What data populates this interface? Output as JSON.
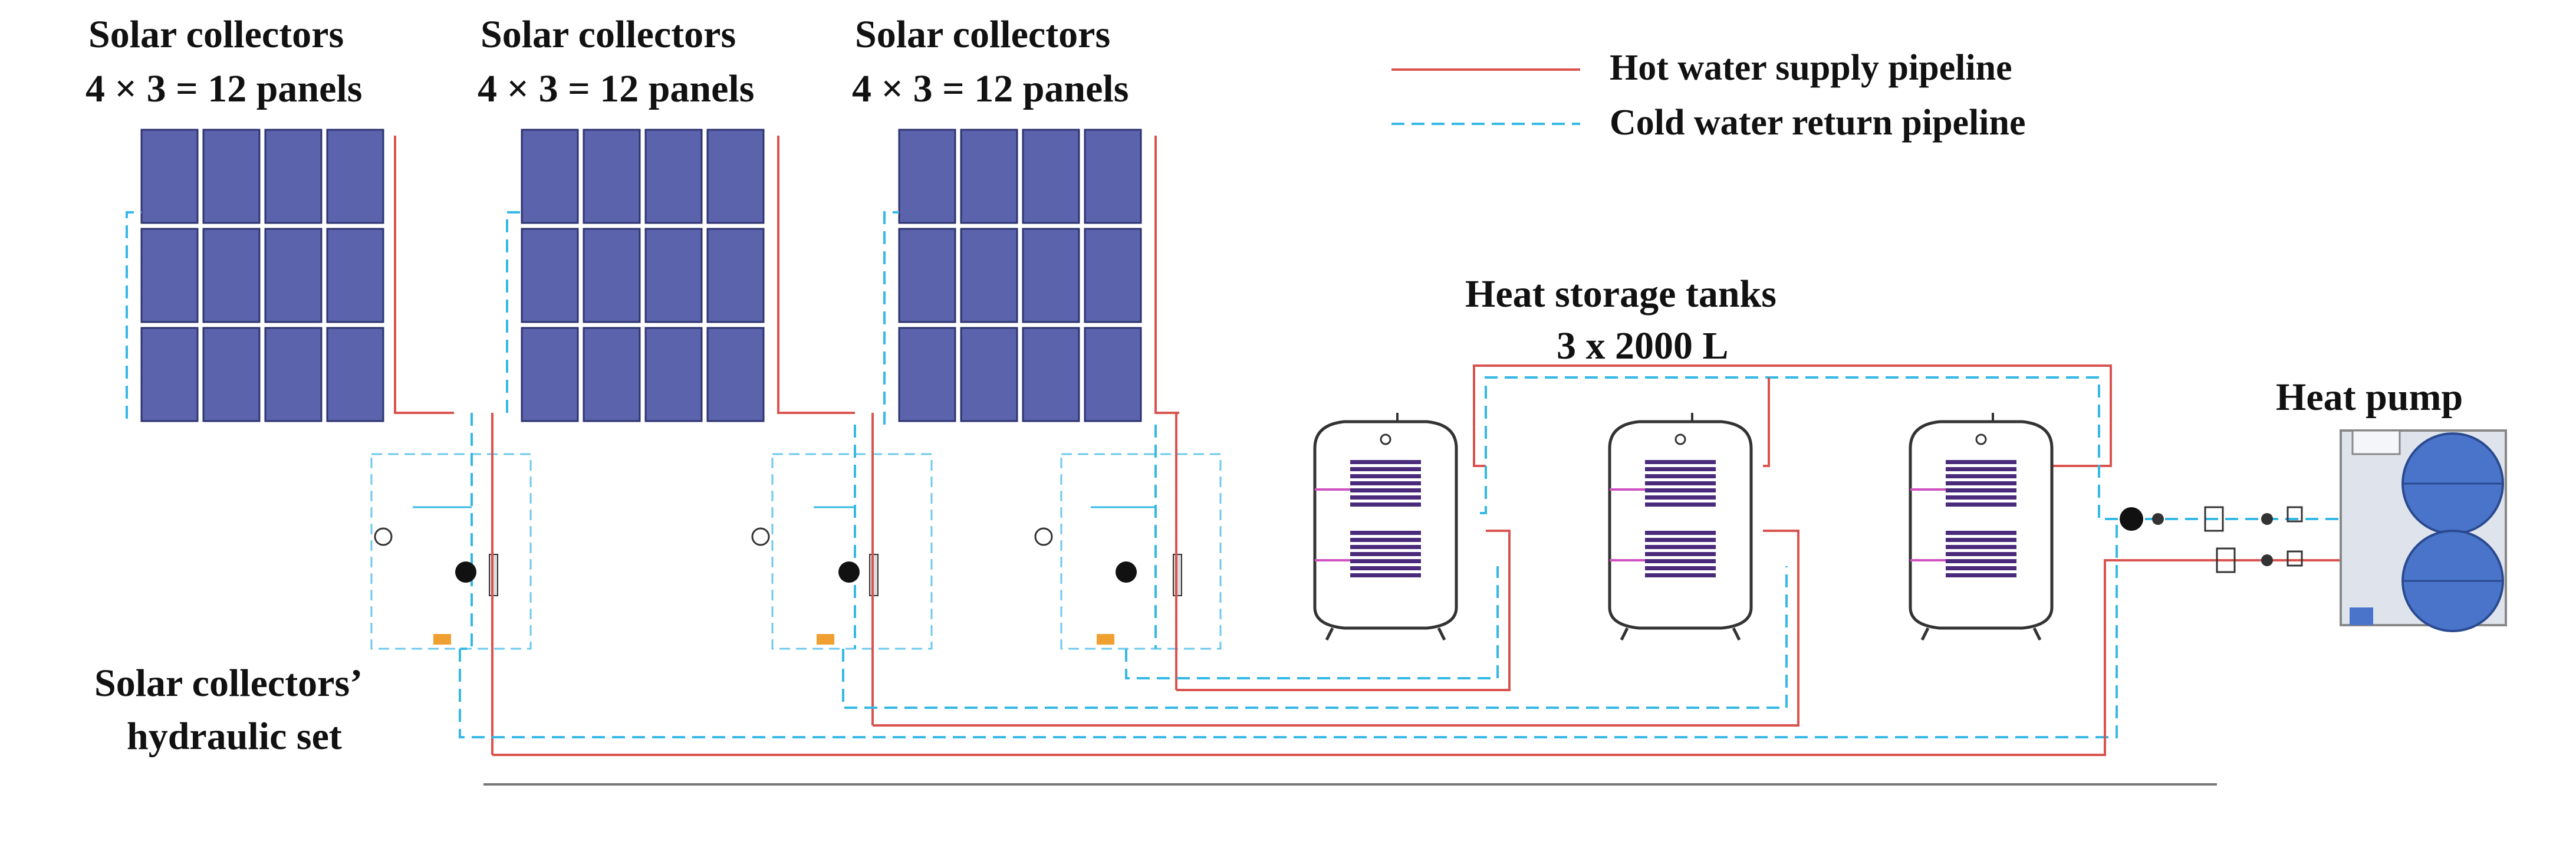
{
  "collectors": [
    {
      "label_line1": "Solar collectors",
      "label_line2": "4 × 3 = 12 panels"
    },
    {
      "label_line1": "Solar collectors",
      "label_line2": "4 × 3 = 12 panels"
    },
    {
      "label_line1": "Solar collectors",
      "label_line2": "4 × 3 = 12 panels"
    }
  ],
  "legend": {
    "hot": {
      "label": "Hot water supply pipeline",
      "color": "#d9534f"
    },
    "cold": {
      "label": "Cold water return pipeline",
      "color": "#35b8e6"
    }
  },
  "tanks": {
    "label_line1": "Heat storage tanks",
    "label_line2": "3 x 2000 L"
  },
  "heat_pump": {
    "label": "Heat pump"
  },
  "hydraulic_set": {
    "label_line1": "Solar collectors’",
    "label_line2": "hydraulic set"
  },
  "colors": {
    "panel": "#5b63ad",
    "coil": "#4a2a7a",
    "pump_body": "#dfe4ec"
  }
}
